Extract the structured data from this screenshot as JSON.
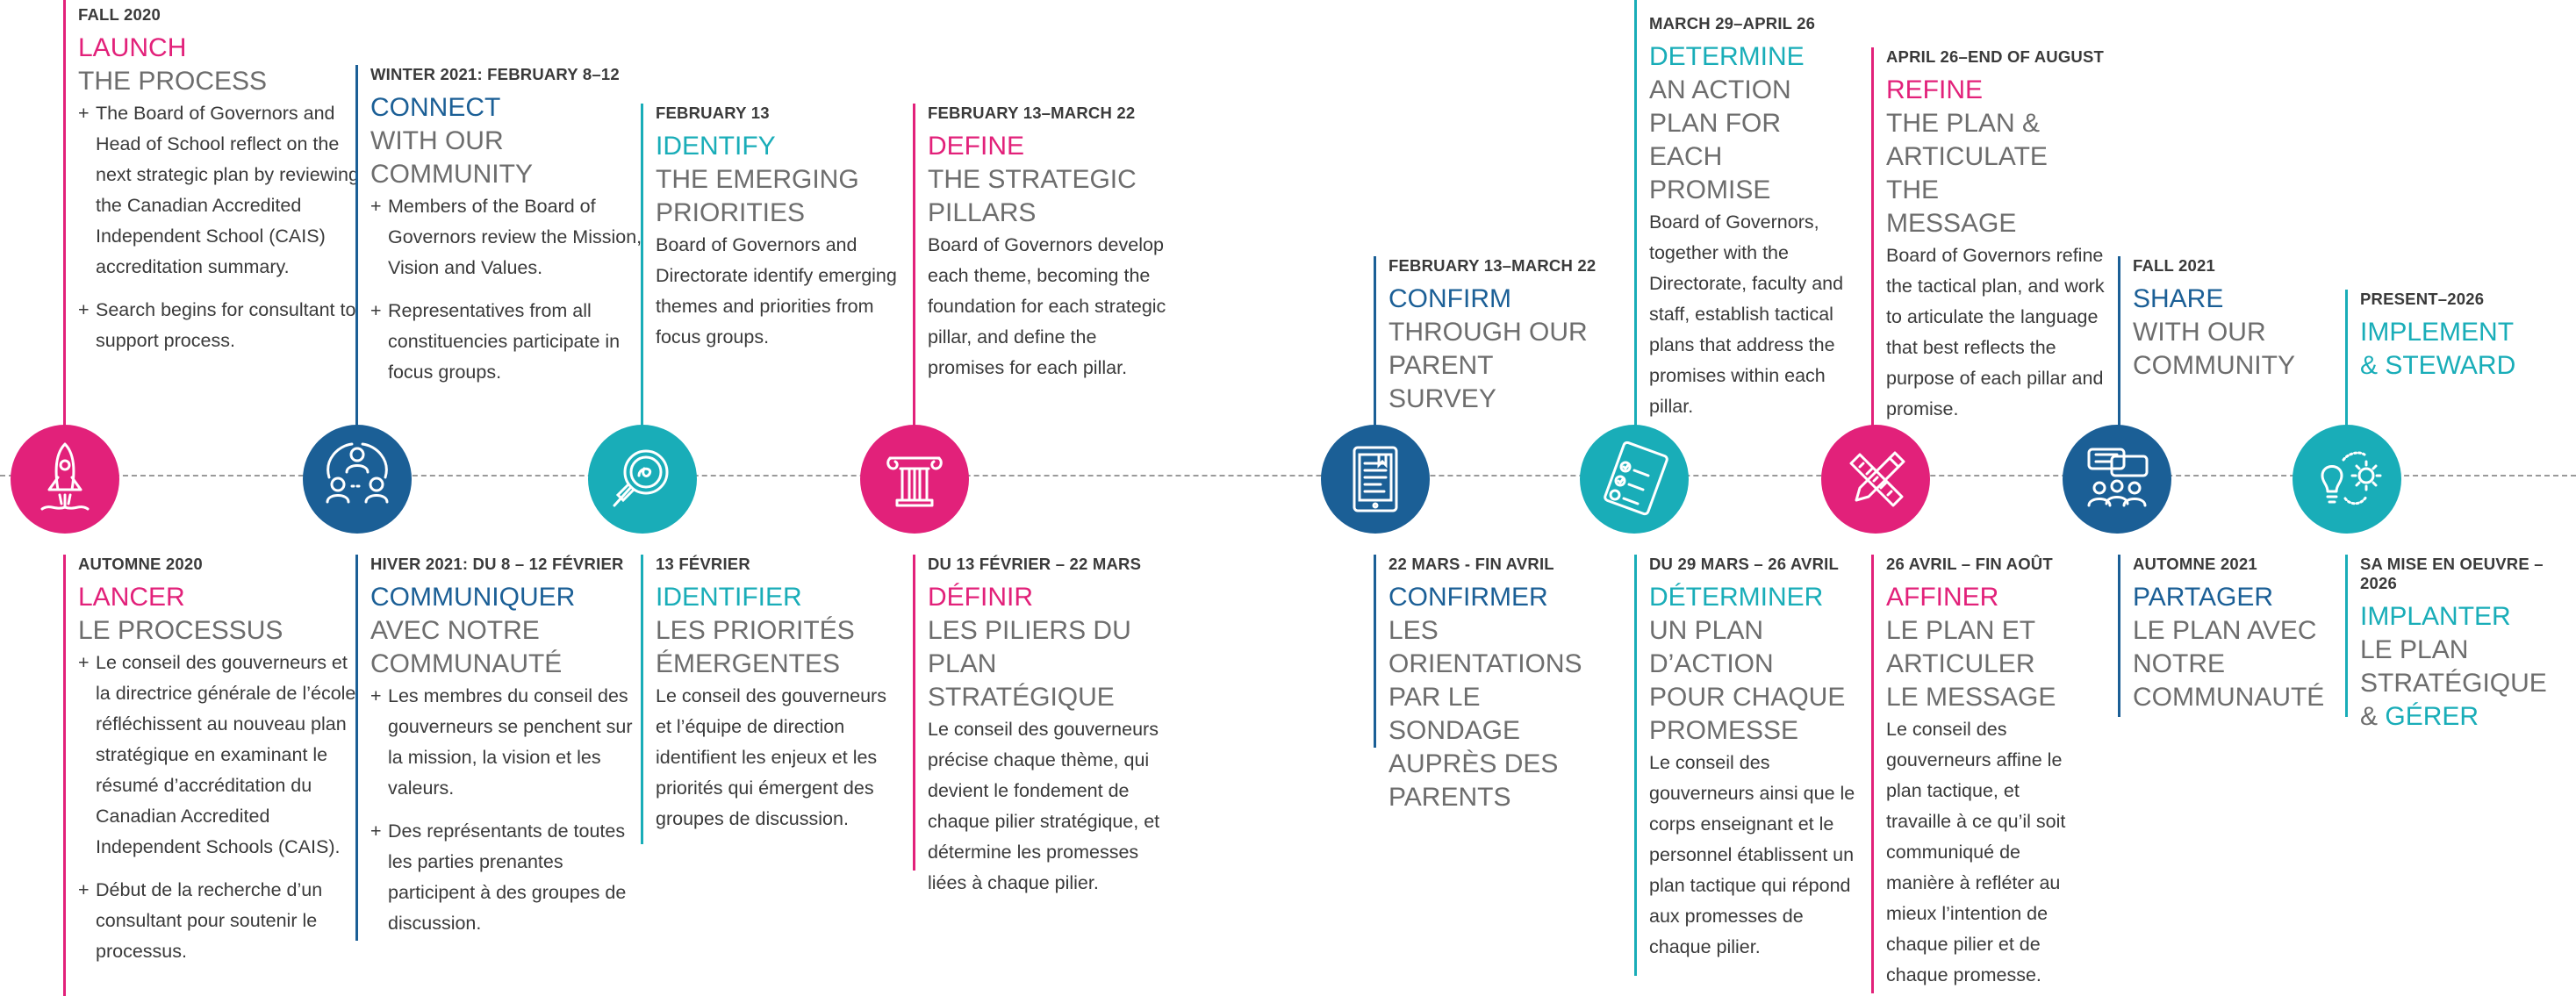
{
  "colors": {
    "pink": "#e2217a",
    "blue": "#1b5f96",
    "teal": "#19adb8",
    "text": "#3a3a3a",
    "grey": "#6d6d6d"
  },
  "steps": [
    {
      "icon": "rocket-icon",
      "en": {
        "date": "FALL 2020",
        "verb": "LAUNCH",
        "rest": "THE PROCESS",
        "items": [
          "The Board of Governors and Head of School reflect on the next strategic plan by reviewing the Canadian Accredited Independent School (CAIS) accreditation summary.",
          "Search begins for consultant to support process."
        ]
      },
      "fr": {
        "date": "AUTOMNE 2020",
        "verb": "LANCER",
        "rest": "LE PROCESSUS",
        "items": [
          "Le conseil des gouverneurs et la directrice générale de l’école réfléchissent au nouveau plan stratégique en examinant le résumé d’accréditation du Canadian Accredited Independent Schools (CAIS).",
          "Début de la recherche d’un consultant pour soutenir le processus."
        ]
      }
    },
    {
      "icon": "community-group-icon",
      "en": {
        "date": "WINTER 2021: FEBRUARY 8–12",
        "verb": "CONNECT",
        "rest": "WITH OUR COMMUNITY",
        "items": [
          "Members of the Board of Governors review the Mission, Vision and Values.",
          "Representatives from all constituencies participate in focus groups."
        ]
      },
      "fr": {
        "date": "HIVER 2021: DU 8 – 12 FÉVRIER",
        "verb": "COMMUNIQUER",
        "rest": "AVEC NOTRE COMMUNAUTÉ",
        "items": [
          "Les membres du conseil des gouverneurs se penchent sur la mission, la vision et les valeurs.",
          "Des représentants de toutes les parties prenantes participent à des groupes de discussion."
        ]
      }
    },
    {
      "icon": "magnifier-icon",
      "en": {
        "date": "FEBRUARY 13",
        "verb": "IDENTIFY",
        "rest": "THE EMERGING PRIORITIES",
        "text": "Board of Governors and Directorate identify emerging themes and priorities from focus groups."
      },
      "fr": {
        "date": "13 FÉVRIER",
        "verb": "IDENTIFIER",
        "rest": "LES PRIORITÉS ÉMERGENTES",
        "text": "Le conseil des gouverneurs et l’équipe de direction identifient les enjeux et les priorités qui émergent des groupes de discussion."
      }
    },
    {
      "icon": "pillar-icon",
      "en": {
        "date": "FEBRUARY 13–MARCH 22",
        "verb": "DEFINE",
        "rest": "THE STRATEGIC PILLARS",
        "text": "Board of Governors develop each theme, becoming the foundation for each strategic pillar, and define the promises for each pillar."
      },
      "fr": {
        "date": "DU 13 FÉVRIER – 22 MARS",
        "verb": "DÉFINIR",
        "rest": "LES PILIERS DU PLAN STRATÉGIQUE",
        "text": "Le conseil des gouverneurs précise chaque thème, qui devient le fondement de chaque pilier stratégique, et détermine les promesses liées à chaque pilier."
      }
    },
    {
      "icon": "tablet-icon",
      "en": {
        "date": "FEBRUARY 13–MARCH 22",
        "verb": "CONFIRM",
        "rest": "THROUGH OUR PARENT SURVEY"
      },
      "fr": {
        "date": "22 MARS - FIN AVRIL",
        "verb": "CONFIRMER",
        "rest": "LES ORIENTATIONS PAR LE SONDAGE AUPRÈS DES PARENTS"
      }
    },
    {
      "icon": "checklist-icon",
      "en": {
        "date": "MARCH 29–APRIL 26",
        "verb": "DETERMINE",
        "rest": "AN ACTION PLAN FOR EACH PROMISE",
        "text": "Board of Governors, together with the Directorate, faculty and staff, establish tactical plans that address the promises within each pillar."
      },
      "fr": {
        "date": "DU 29 MARS – 26 AVRIL",
        "verb": "DÉTERMINER",
        "rest": "UN PLAN D’ACTION POUR CHAQUE PROMESSE",
        "text": "Le conseil des gouverneurs ainsi que le corps enseignant et le personnel établissent un plan tactique qui répond aux promesses de chaque pilier."
      }
    },
    {
      "icon": "pencil-ruler-icon",
      "en": {
        "date": "APRIL 26–END OF AUGUST",
        "verb": "REFINE",
        "rest": "THE PLAN & ARTICULATE THE MESSAGE",
        "text": "Board of Governors refine the tactical plan, and work to articulate the language that best reflects the purpose of each pillar and promise."
      },
      "fr": {
        "date": "26 AVRIL – FIN AOÛT",
        "verb": "AFFINER",
        "rest": "LE PLAN ET ARTICULER LE MESSAGE",
        "text": "Le conseil des gouverneurs affine le plan tactique, et travaille à ce qu’il soit communiqué de manière à refléter au mieux l’intention de chaque pilier et de chaque promesse."
      }
    },
    {
      "icon": "share-chat-icon",
      "en": {
        "date": "FALL 2021",
        "verb": "SHARE",
        "rest": "WITH OUR COMMUNITY"
      },
      "fr": {
        "date": "AUTOMNE 2021",
        "verb": "PARTAGER",
        "rest": "LE PLAN AVEC NOTRE COMMUNAUTÉ"
      }
    },
    {
      "icon": "lightbulb-gear-icon",
      "en": {
        "date": "PRESENT–2026",
        "verb": "IMPLEMENT & STEWARD",
        "rest": ""
      },
      "fr": {
        "date": "SA MISE EN OEUVRE – 2026",
        "verb": "IMPLANTER",
        "rest": "LE PLAN STRATÉGIQUE &",
        "rest_hl": "GÉRER"
      }
    }
  ]
}
